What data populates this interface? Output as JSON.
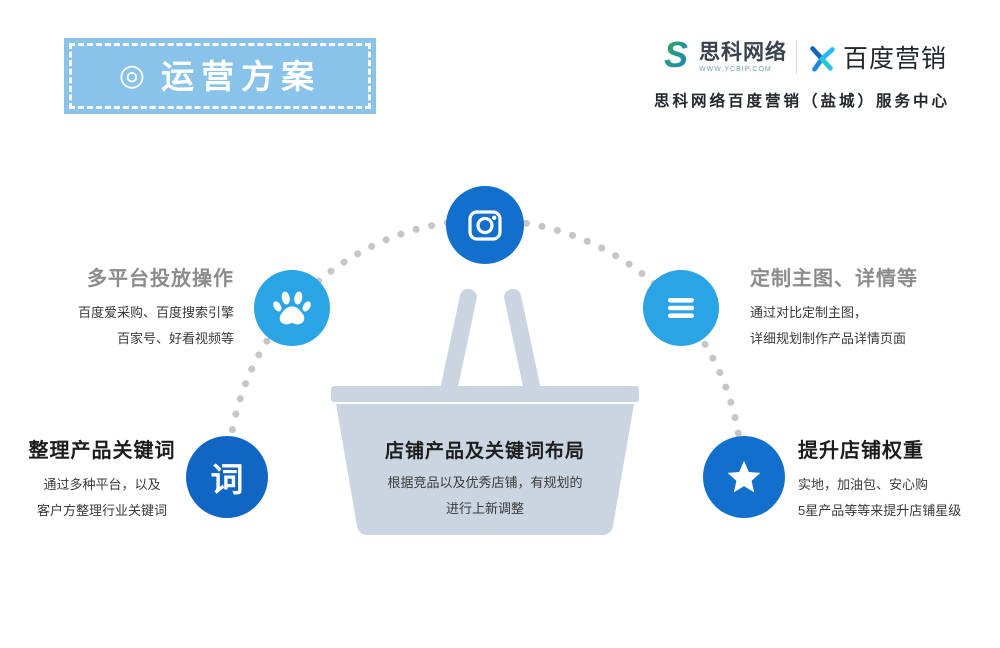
{
  "banner": {
    "bullet": "◎",
    "title": "运营方案"
  },
  "header": {
    "brand_primary": "思科网络",
    "brand_primary_url": "WWW.YCBIP.COM",
    "brand_secondary": "百度营销",
    "subtitle": "思科网络百度营销（盐城）服务中心"
  },
  "diagram": {
    "keyword": {
      "badge": "词",
      "title": "整理产品关键词",
      "line1": "通过多种平台，以及",
      "line2": "客户方整理行业关键词"
    },
    "platform": {
      "title": "多平台投放操作",
      "line1": "百度爱采购、百度搜索引擎",
      "line2": "百家号、好看视频等"
    },
    "design": {
      "title": "定制主图、详情等",
      "line1": "通过对比定制主图，",
      "line2": "详细规划制作产品详情页面"
    },
    "weight": {
      "title": "提升店铺权重",
      "line1": "实地，加油包、安心购",
      "line2": "5星产品等等来提升店铺星级"
    },
    "center": {
      "title": "店铺产品及关键词布局",
      "line1": "根据竞品以及优秀店铺，有规划的",
      "line2": "进行上新调整"
    }
  },
  "icons": {
    "camera": "camera-icon",
    "paw": "baidu-paw-icon",
    "menu": "menu-lines-icon",
    "star": "star-icon",
    "brand_s": "s-swirl-logo",
    "brand_spark": "baidu-marketing-spark"
  },
  "colors": {
    "banner_bg": "#8AC3EA",
    "circle_dark": "#1270CC",
    "circle_deep": "#1166C3",
    "circle_light": "#2AA4E4",
    "basket": "#CBD5E2",
    "dots": "#C6C6C6",
    "brand_green": "#2FAE4A",
    "brand_blue": "#1C7FD4"
  }
}
